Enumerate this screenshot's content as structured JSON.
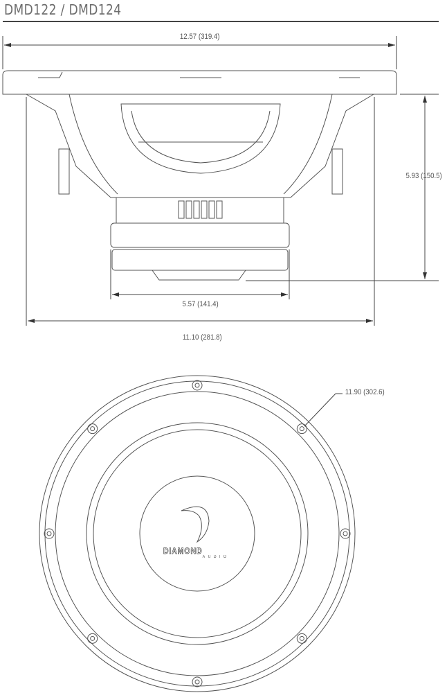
{
  "title": "DMD122 / DMD124",
  "dimensions": {
    "overall_width": "12.57 (319.4)",
    "height": "5.93 (150.5)",
    "magnet_diameter": "5.57 (141.4)",
    "mounting_depth_width": "11.10 (281.8)",
    "outer_diameter": "11.90 (302.6)"
  },
  "logo": {
    "brand": "DIAMOND",
    "sub": "AUDIO"
  },
  "colors": {
    "line": "#555555",
    "title": "#6d6d6d"
  }
}
